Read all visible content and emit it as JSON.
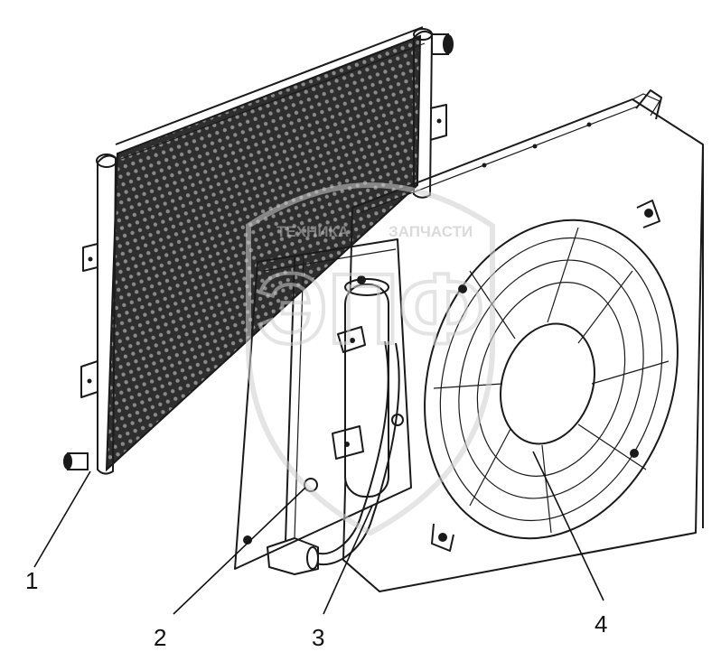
{
  "callouts": [
    {
      "id": "1",
      "label": "1"
    },
    {
      "id": "2",
      "label": "2"
    },
    {
      "id": "3",
      "label": "3"
    },
    {
      "id": "4",
      "label": "4"
    }
  ],
  "watermark": {
    "brand_left": "ТЕХНИКА",
    "brand_right": "ЗАПЧАСТИ",
    "logo_letters": "ЭПФ"
  },
  "colors": {
    "line": "#1a1a1a",
    "mesh": "#3a3a3a",
    "watermark": "#c8c8c8"
  }
}
